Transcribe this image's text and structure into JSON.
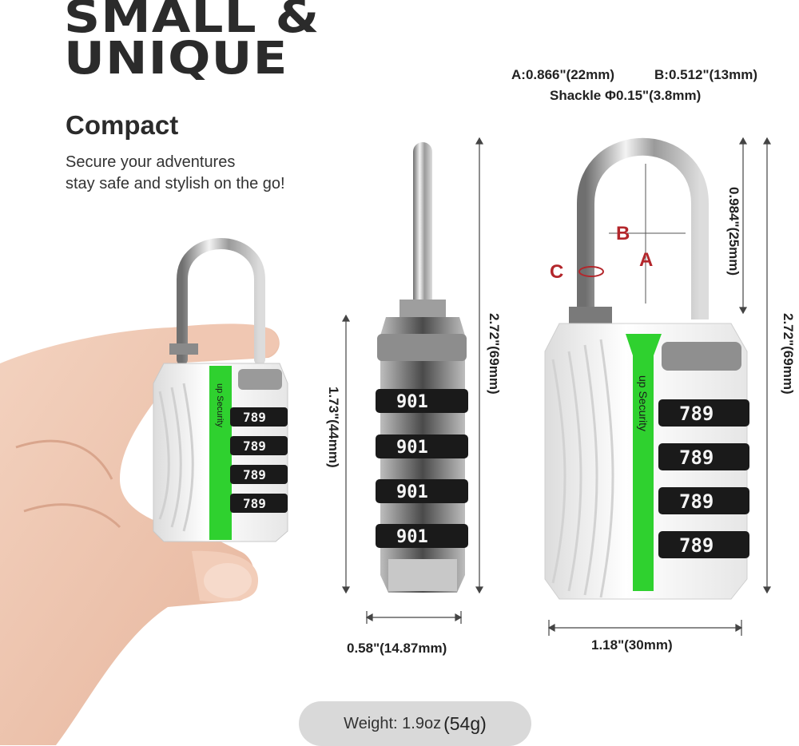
{
  "headline": {
    "line1": "SMALL &",
    "line2": "UNIQUE"
  },
  "subheading": "Compact",
  "tagline": {
    "line1": "Secure your adventures",
    "line2": "stay safe and stylish on the go!"
  },
  "specs": {
    "a": "A:0.866\"(22mm)",
    "b": "B:0.512\"(13mm)",
    "shackle": "Shackle Φ0.15\"(3.8mm)"
  },
  "dimensions": {
    "side_height": "2.72\"(69mm)",
    "body_height": "1.73\"(44mm)",
    "side_width": "0.58\"(14.87mm)",
    "front_width": "1.18\"(30mm)",
    "front_height": "2.72\"(69mm)",
    "shackle_height": "0.984\"(25mm)"
  },
  "markers": {
    "a": "A",
    "b": "B",
    "c": "C"
  },
  "brand": "up Security",
  "dial_digits": {
    "front": "789",
    "side": "901"
  },
  "weight": {
    "label": "Weight: 1.9oz",
    "value": "(54g)"
  },
  "colors": {
    "accent_green": "#2fd12f",
    "marker_red": "#b3262b",
    "body_white": "#f2f2f2",
    "dial_black": "#1a1a1a"
  }
}
